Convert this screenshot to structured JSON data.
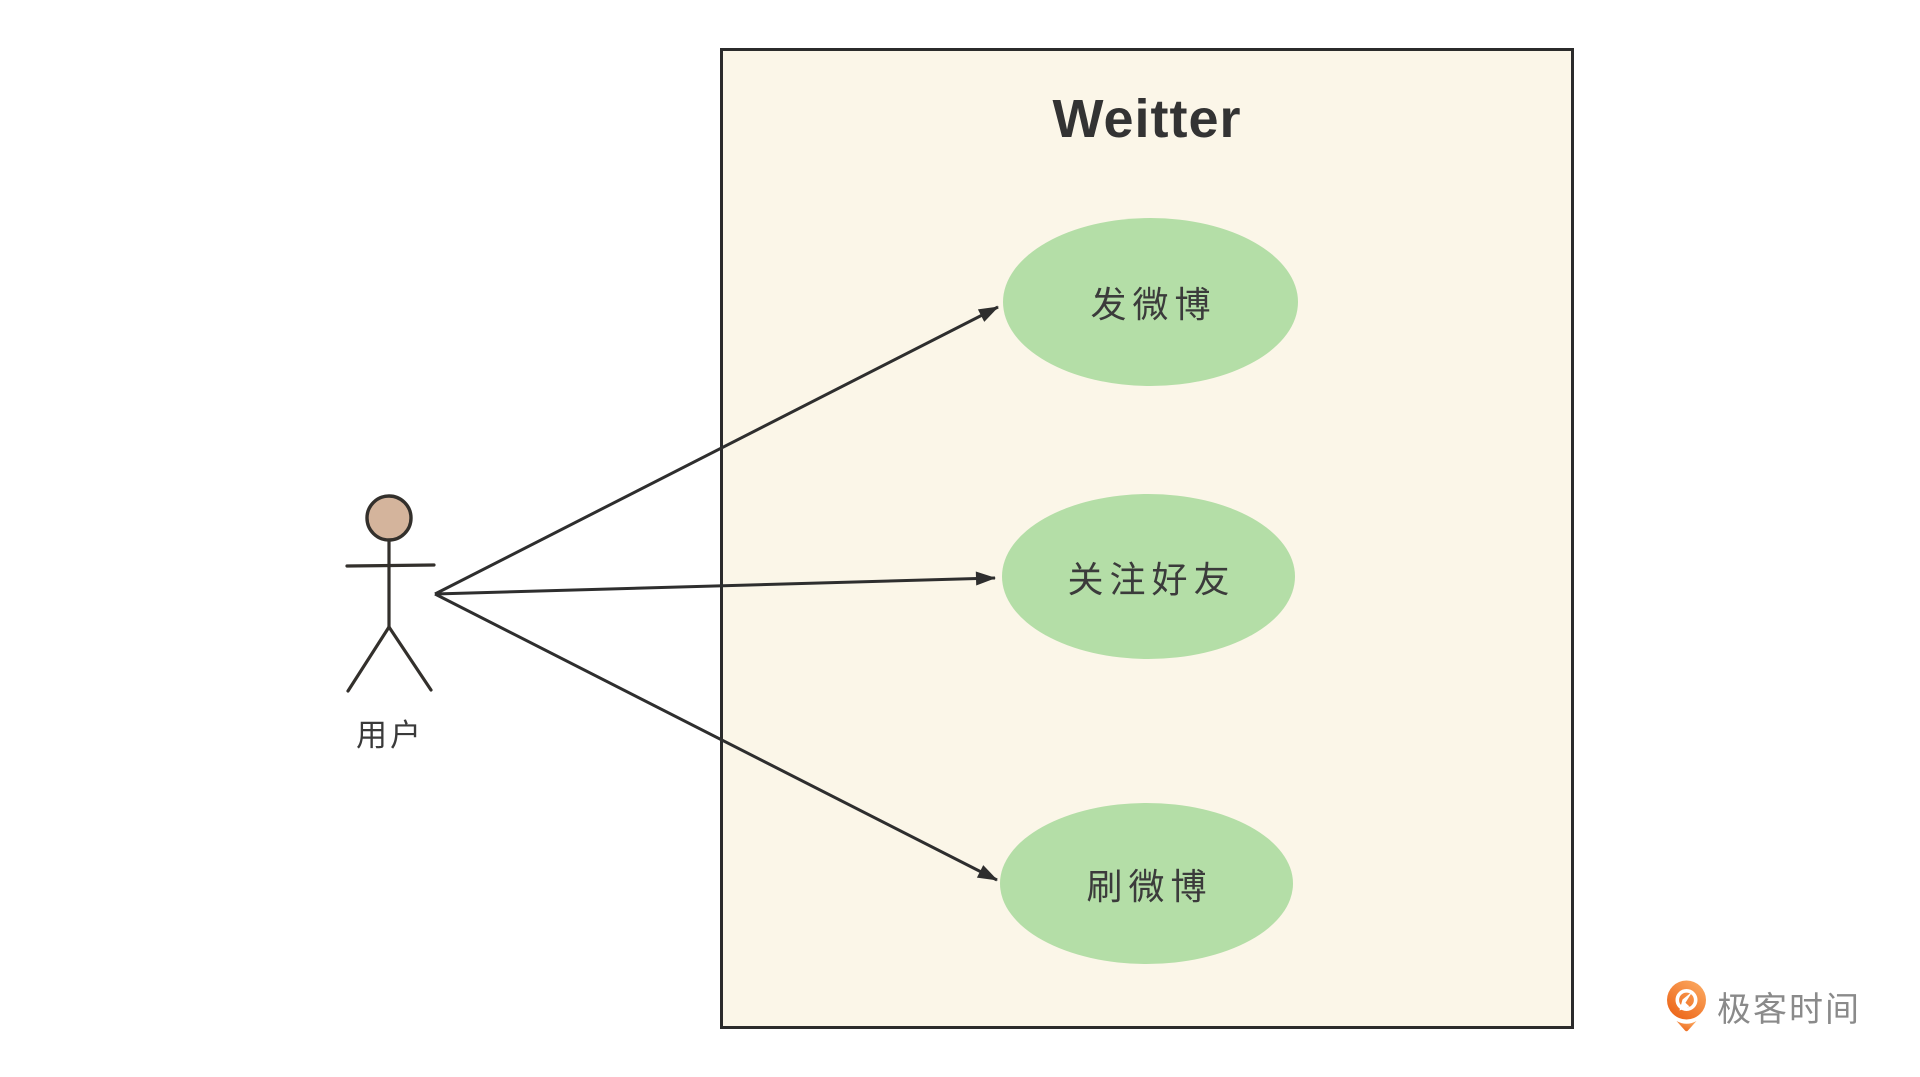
{
  "diagram": {
    "type": "uml-use-case",
    "system": {
      "title": "Weitter",
      "use_cases": [
        {
          "id": "post-weibo",
          "label": "发微博"
        },
        {
          "id": "follow-friend",
          "label": "关注好友"
        },
        {
          "id": "browse-weibo",
          "label": "刷微博"
        }
      ]
    },
    "actor": {
      "label": "用户"
    },
    "relations": [
      {
        "from": "用户",
        "to": "发微博"
      },
      {
        "from": "用户",
        "to": "关注好友"
      },
      {
        "from": "用户",
        "to": "刷微博"
      }
    ],
    "colors": {
      "page_background": "#ffffff",
      "system_fill": "#fbf6e8",
      "system_border": "#2b2b2b",
      "use_case_fill": "#b4dea7",
      "diagram_text": "#3b3b3b",
      "line": "#2e2e2e",
      "actor_head_fill": "#d4b49c",
      "logo_orange": "#f1722a",
      "logo_text_gray": "#8a8a8a"
    }
  },
  "watermark": {
    "brand": "极客时间",
    "icon": "geektime-logo-icon"
  }
}
